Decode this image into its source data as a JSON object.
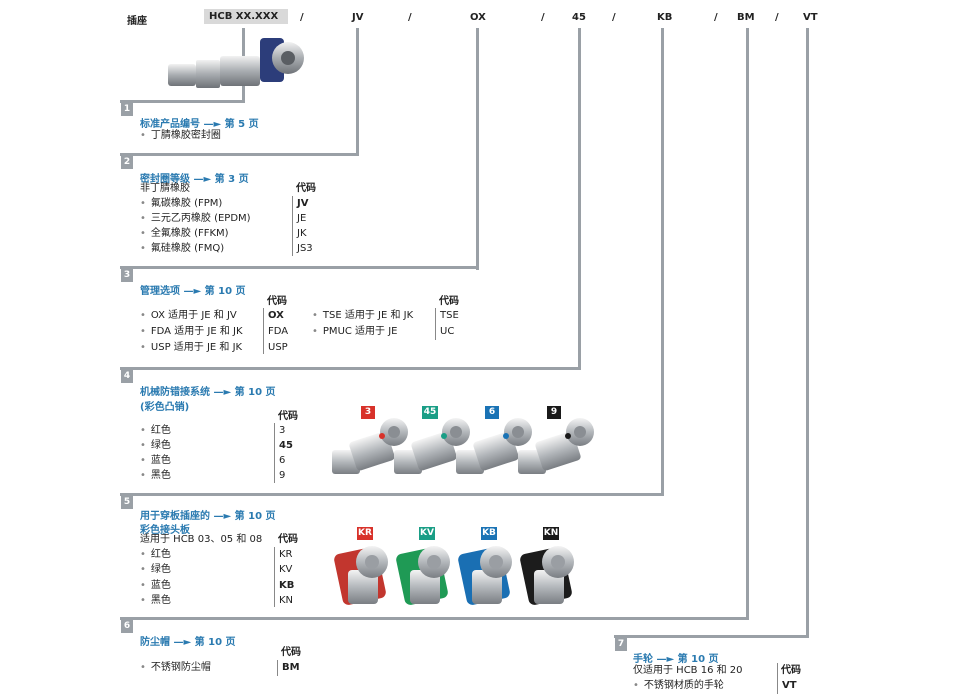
{
  "header": {
    "socket": "插座",
    "part": "HCB XX.XXX",
    "sep": "/",
    "codes": [
      "JV",
      "OX",
      "45",
      "KB",
      "BM",
      "VT"
    ]
  },
  "s1": {
    "num": "1",
    "title": "标准产品编号",
    "page": "第 5 页",
    "item": "丁腈橡胶密封圈"
  },
  "s2": {
    "num": "2",
    "title": "密封圈等级",
    "page": "第 3 页",
    "intro": "非丁腈橡胶",
    "code_label": "代码",
    "items": [
      {
        "name": "氟碳橡胶 (FPM)",
        "code": "JV"
      },
      {
        "name": "三元乙丙橡胶 (EPDM)",
        "code": "JE"
      },
      {
        "name": "全氟橡胶 (FFKM)",
        "code": "JK"
      },
      {
        "name": "氟硅橡胶 (FMQ)",
        "code": "JS3"
      }
    ]
  },
  "s3": {
    "num": "3",
    "title": "管理选项",
    "page": "第 10 页",
    "code_label": "代码",
    "left": [
      {
        "name": "OX 适用于 JE 和 JV",
        "code": "OX"
      },
      {
        "name": "FDA 适用于 JE 和 JK",
        "code": "FDA"
      },
      {
        "name": "USP 适用于 JE 和 JK",
        "code": "USP"
      }
    ],
    "right": [
      {
        "name": "TSE 适用于 JE 和 JK",
        "code": "TSE"
      },
      {
        "name": "PMUC 适用于 JE",
        "code": "UC"
      }
    ]
  },
  "s4": {
    "num": "4",
    "title": "机械防错接系统",
    "page": "第 10 页",
    "subtitle": "(彩色凸销)",
    "code_label": "代码",
    "items": [
      {
        "name": "红色",
        "code": "3"
      },
      {
        "name": "绿色",
        "code": "45"
      },
      {
        "name": "蓝色",
        "code": "6"
      },
      {
        "name": "黑色",
        "code": "9"
      }
    ],
    "badges": [
      {
        "label": "3",
        "color": "#d8322a"
      },
      {
        "label": "45",
        "color": "#1a9e86"
      },
      {
        "label": "6",
        "color": "#1a73b5"
      },
      {
        "label": "9",
        "color": "#1a1a1a"
      }
    ]
  },
  "s5": {
    "num": "5",
    "title": "用于穿板插座的",
    "page": "第 10 页",
    "subtitle": "彩色接头板",
    "intro": "适用于 HCB 03、05 和 08",
    "code_label": "代码",
    "items": [
      {
        "name": "红色",
        "code": "KR"
      },
      {
        "name": "绿色",
        "code": "KV"
      },
      {
        "name": "蓝色",
        "code": "KB"
      },
      {
        "name": "黑色",
        "code": "KN"
      }
    ],
    "badges": [
      {
        "label": "KR",
        "color": "#d8322a"
      },
      {
        "label": "KV",
        "color": "#1a9e86"
      },
      {
        "label": "KB",
        "color": "#1a73b5"
      },
      {
        "label": "KN",
        "color": "#1a1a1a"
      }
    ]
  },
  "s6": {
    "num": "6",
    "title": "防尘帽",
    "page": "第 10 页",
    "code_label": "代码",
    "item": "不锈钢防尘帽",
    "code": "BM"
  },
  "s7": {
    "num": "7",
    "title": "手轮",
    "page": "第 10 页",
    "intro": "仅适用于 HCB 16 和 20",
    "code_label": "代码",
    "item": "不锈钢材质的手轮",
    "code": "VT"
  }
}
